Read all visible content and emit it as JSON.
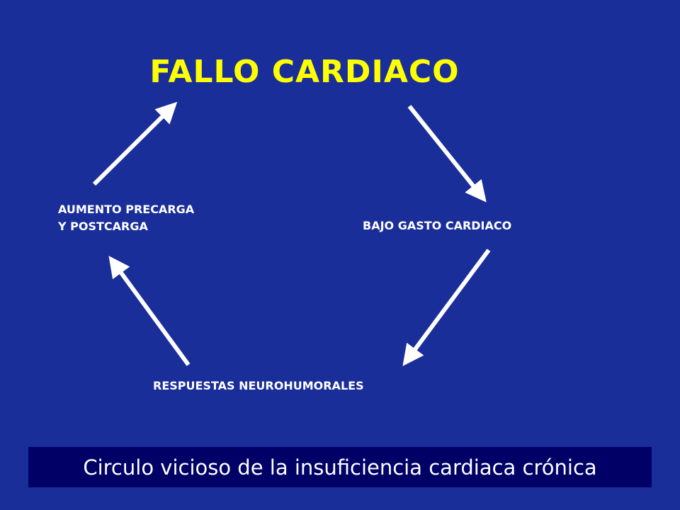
{
  "colors": {
    "background": "#1a2e9a",
    "title": "#ffff00",
    "node_text": "#ffffff",
    "arrows": "#ffffff",
    "caption_box": "#000066",
    "caption_text": "#ffffff"
  },
  "diagram": {
    "title": "FALLO CARDIACO",
    "nodes": {
      "left_line1": "AUMENTO PRECARGA",
      "left_line2": "Y POSTCARGA",
      "right": "BAJO GASTO CARDIACO",
      "bottom": "RESPUESTAS NEUROHUMORALES"
    },
    "edges": [
      {
        "from": "FALLO CARDIACO",
        "to": "BAJO GASTO CARDIACO"
      },
      {
        "from": "BAJO GASTO CARDIACO",
        "to": "RESPUESTAS NEUROHUMORALES"
      },
      {
        "from": "RESPUESTAS NEUROHUMORALES",
        "to": "AUMENTO PRECARGA Y POSTCARGA"
      },
      {
        "from": "AUMENTO PRECARGA Y POSTCARGA",
        "to": "FALLO CARDIACO"
      }
    ]
  },
  "caption": "Circulo vicioso de la insuficiencia cardiaca crónica"
}
